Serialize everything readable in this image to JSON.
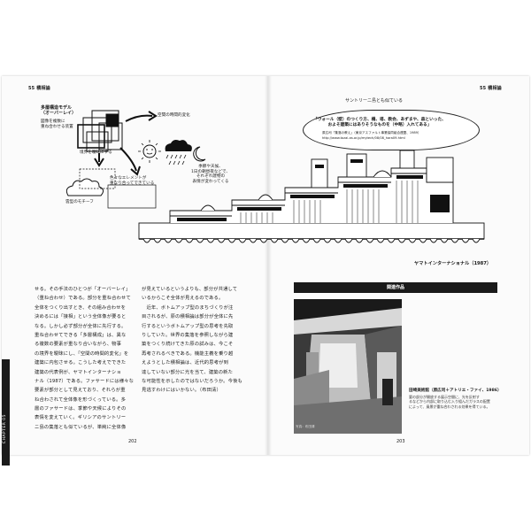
{
  "left_page": {
    "header": "55 積相論",
    "diagram": {
      "model_title": "多層構造モデル\n（オーバーレイ）",
      "model_sub": "図像を複数に\n重ね合わせる装置",
      "arrow_label_time": "空間の時間的変化",
      "boundary_label": "境界を曖昧にする",
      "elements_label": "色々なエレメントが\n重なり合ってできている",
      "weather_label": "季節や天候、\n1日の朝昼夜などで、\nそれぞれ建物の\n表情が変わってくる",
      "cloud_label": "雲型のモチーフ"
    },
    "body_col1": [
      "せる。その手法のひとつが「オーバーレイ」",
      "（重ね合わせ）である。部分を重ね合わせて",
      "全体をつくり出すとき、その組み合わせを",
      "決めるには「接相」という全体像が要ると",
      "なる。しかし必ず部分が全体に先行する。",
      "重ね合わせてできる「多層構成」は、異な",
      "る複数の要素が重なり合いながら、物事",
      "の境界を曖昧にし、「空間の時間的変化」を",
      "建築に内包させる。こうした考えでできた",
      "建築の代表例が、ヤマトインターナショ",
      "ナル（1987）である。ファサードには様々な",
      "要素が部分として見えており、それらが重",
      "ね合わされて全体像を形づくっている。多",
      "層のファサードは、季節や天候によりその",
      "表情を変えていく。ギリシアのサントリー",
      "ニ島の集落とも似ているが、単純に全体像"
    ],
    "body_col2": [
      "が見えているというよりも、部分が共通して",
      "いるからこそ全体が見えるのである。",
      "　近年、ボトムアップ型のまちづくりが注",
      "目されるが、原の積相論は部分が全体に先",
      "行するというボトムアップ型の思考を先取",
      "りしていた。世界の集落を参照しながら建",
      "築をつくり続けてきた原の試みは、今こそ",
      "再考されるべきである。機能主義を乗り越",
      "えようとした積相論は、近代的思考が到",
      "達していない部分に光を当て、建築の新た",
      "な可能性を示したのではないだろうか。今後も",
      "見逃すわけにはいかない。（布田清）"
    ],
    "chapter_tab": "CHAPTER 05",
    "page_number": "202"
  },
  "right_page": {
    "header": "55 積相論",
    "bubble_top": "サントリーニ島とも似ている",
    "bubble_quote": "「ウォール（壁）のつくり方、橋、塔、教会、あずまや、森といった、\nおよそ建築にはありそうなものを（中略）入れてある」",
    "bubble_ref": "原広司「集落の教え」（東京アスファルト事業協同組合連盟、1989）",
    "bubble_url": "http://www.tozai-as.or.jp/mytech/08/08_hara09.html",
    "building_caption": "ヤマトインターナショナル（1987）",
    "related_header": "関連作品",
    "photo_credit": "写真：布田清",
    "related_title": "田崎美術館（原広司＋アトリエ・ファイ、1986）",
    "related_desc": [
      "要の部分が開放する展示空間に、光を反射す",
      "るなどから内部に取り込む入り組んだガラスの配置",
      "によって、風景が重ね合わされる効果を得ている。"
    ],
    "page_number": "203"
  }
}
